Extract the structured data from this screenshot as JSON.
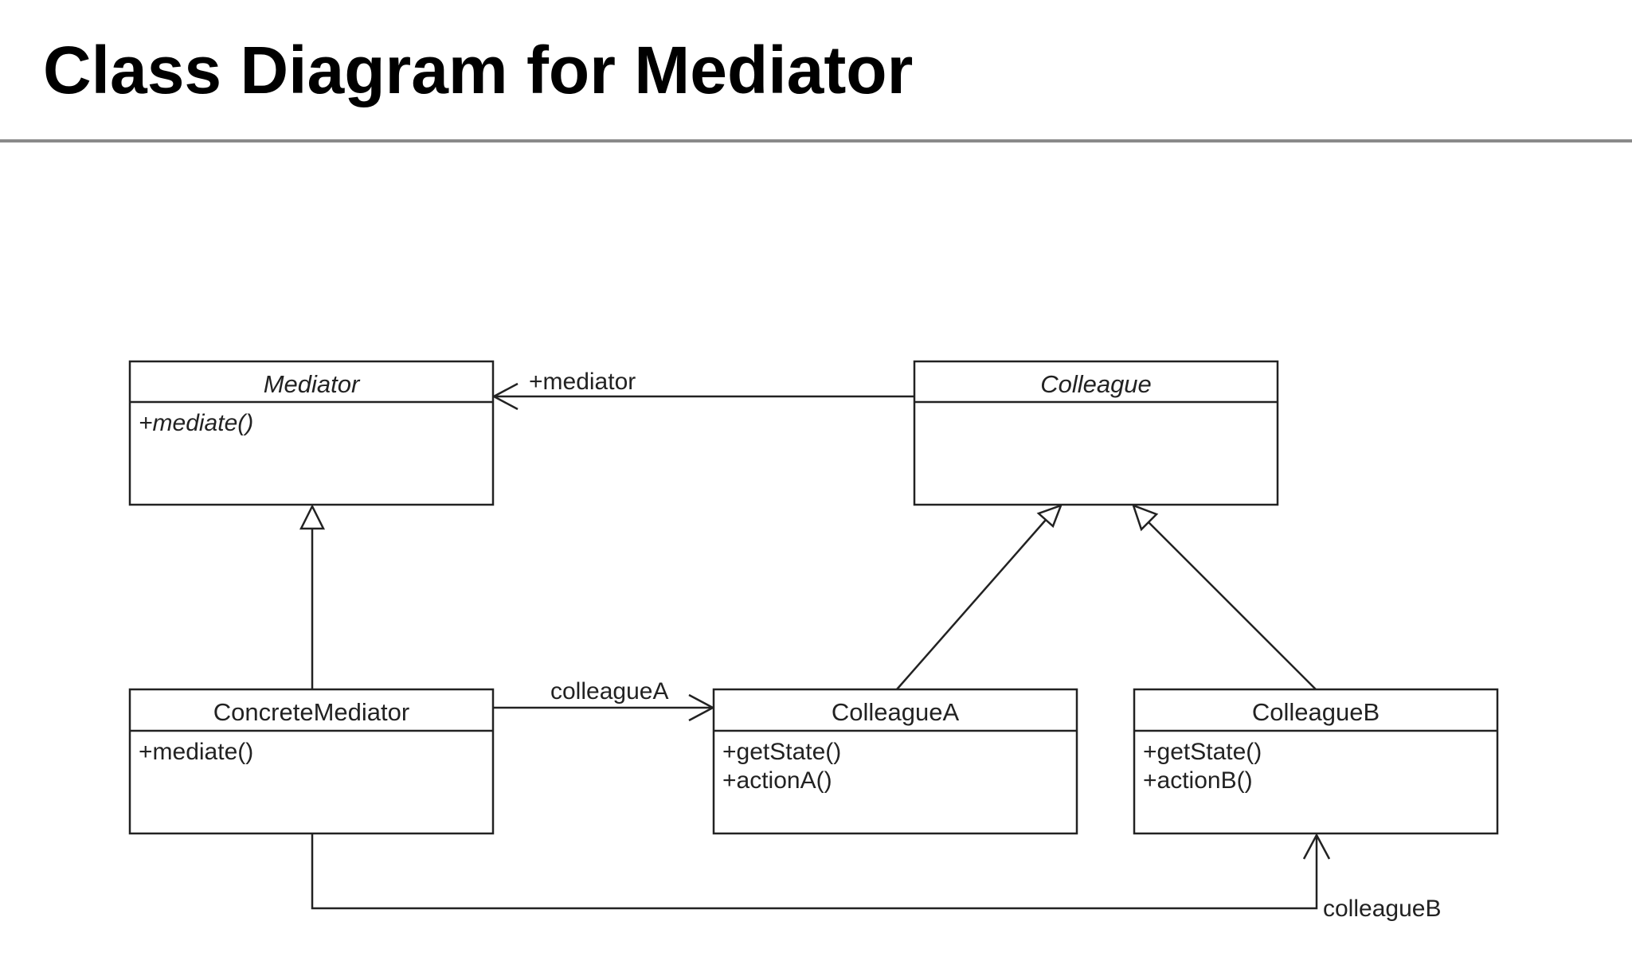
{
  "page": {
    "title": "Class Diagram for Mediator"
  },
  "diagram": {
    "classes": {
      "mediator": {
        "name": "Mediator",
        "abstract": true,
        "operations": [
          "+mediate()"
        ]
      },
      "colleague": {
        "name": "Colleague",
        "abstract": true,
        "operations": []
      },
      "concrete_mediator": {
        "name": "ConcreteMediator",
        "abstract": false,
        "operations": [
          "+mediate()"
        ]
      },
      "colleague_a": {
        "name": "ColleagueA",
        "abstract": false,
        "operations": [
          "+getState()",
          "+actionA()"
        ]
      },
      "colleague_b": {
        "name": "ColleagueB",
        "abstract": false,
        "operations": [
          "+getState()",
          "+actionB()"
        ]
      }
    },
    "relations": {
      "colleague_to_mediator": {
        "kind": "association",
        "label": "+mediator"
      },
      "mediator_to_colleague_a": {
        "kind": "association",
        "label": "colleagueA"
      },
      "mediator_to_colleague_b": {
        "kind": "association",
        "label": "colleagueB"
      },
      "concrete_mediator_inherits": {
        "kind": "generalization"
      },
      "colleague_a_inherits": {
        "kind": "generalization"
      },
      "colleague_b_inherits": {
        "kind": "generalization"
      }
    }
  }
}
